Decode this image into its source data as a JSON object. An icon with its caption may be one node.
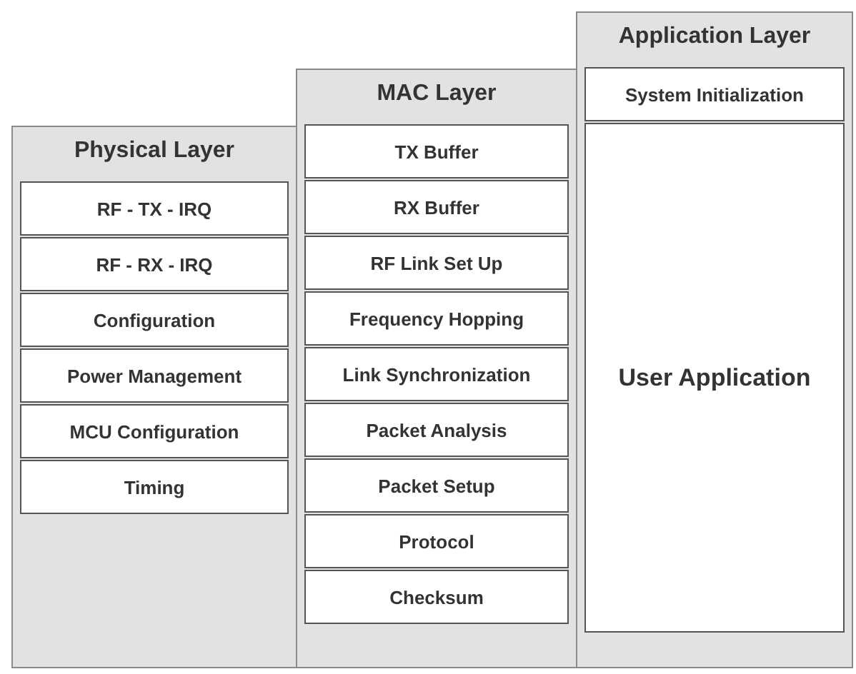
{
  "diagram": {
    "nodes": [
      {
        "text": [
          "Physical Layer"
        ]
      },
      {
        "text": [
          "RF - TX - IRQ"
        ],
        "in": 0
      },
      {
        "text": [
          "RF - RX - IRQ"
        ],
        "in": 0
      },
      {
        "text": [
          "Configuration"
        ],
        "in": 0
      },
      {
        "text": [
          "Power Management"
        ],
        "in": 0
      },
      {
        "text": [
          "MCU Configuration"
        ],
        "in": 0
      },
      {
        "text": [
          "Timing"
        ],
        "in": 0
      },
      {
        "text": [
          "MAC Layer"
        ]
      },
      {
        "text": [
          "TX Buffer"
        ],
        "in": 7
      },
      {
        "text": [
          "RX Buffer"
        ],
        "in": 7
      },
      {
        "text": [
          "RF Link Set Up"
        ],
        "in": 7
      },
      {
        "text": [
          "Frequency Hopping"
        ],
        "in": 7
      },
      {
        "text": [
          "Link Synchronization"
        ],
        "in": 7
      },
      {
        "text": [
          "Packet Analysis"
        ],
        "in": 7
      },
      {
        "text": [
          "Packet Setup"
        ],
        "in": 7
      },
      {
        "text": [
          "Protocol"
        ],
        "in": 7
      },
      {
        "text": [
          "Checksum"
        ],
        "in": 7
      },
      {
        "text": [
          "Application Layer"
        ]
      },
      {
        "text": [
          "System Initialization"
        ],
        "in": 17
      },
      {
        "text": [
          "User Application"
        ],
        "in": 17
      }
    ]
  }
}
